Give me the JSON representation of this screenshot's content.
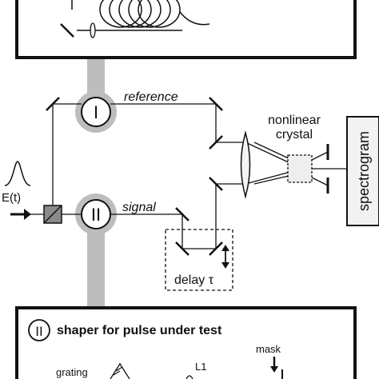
{
  "labels": {
    "reference": "reference",
    "signal": "signal",
    "nonlinear_line1": "nonlinear",
    "nonlinear_line2": "crystal",
    "spectrogram": "spectrogram",
    "delay": "delay τ",
    "field": "E(t)",
    "marker_reference": "I",
    "marker_signal": "II",
    "shaper_marker": "II",
    "shaper_title": "shaper for pulse under test",
    "mask": "mask",
    "grating": "grating",
    "lens": "L1"
  },
  "colors": {
    "stroke": "#111111",
    "pillar": "#bdbdbd",
    "splitter_fill": "#8a8a8a",
    "crystal_fill": "#eeeeee",
    "lens_fill": "#f4f4f4"
  }
}
